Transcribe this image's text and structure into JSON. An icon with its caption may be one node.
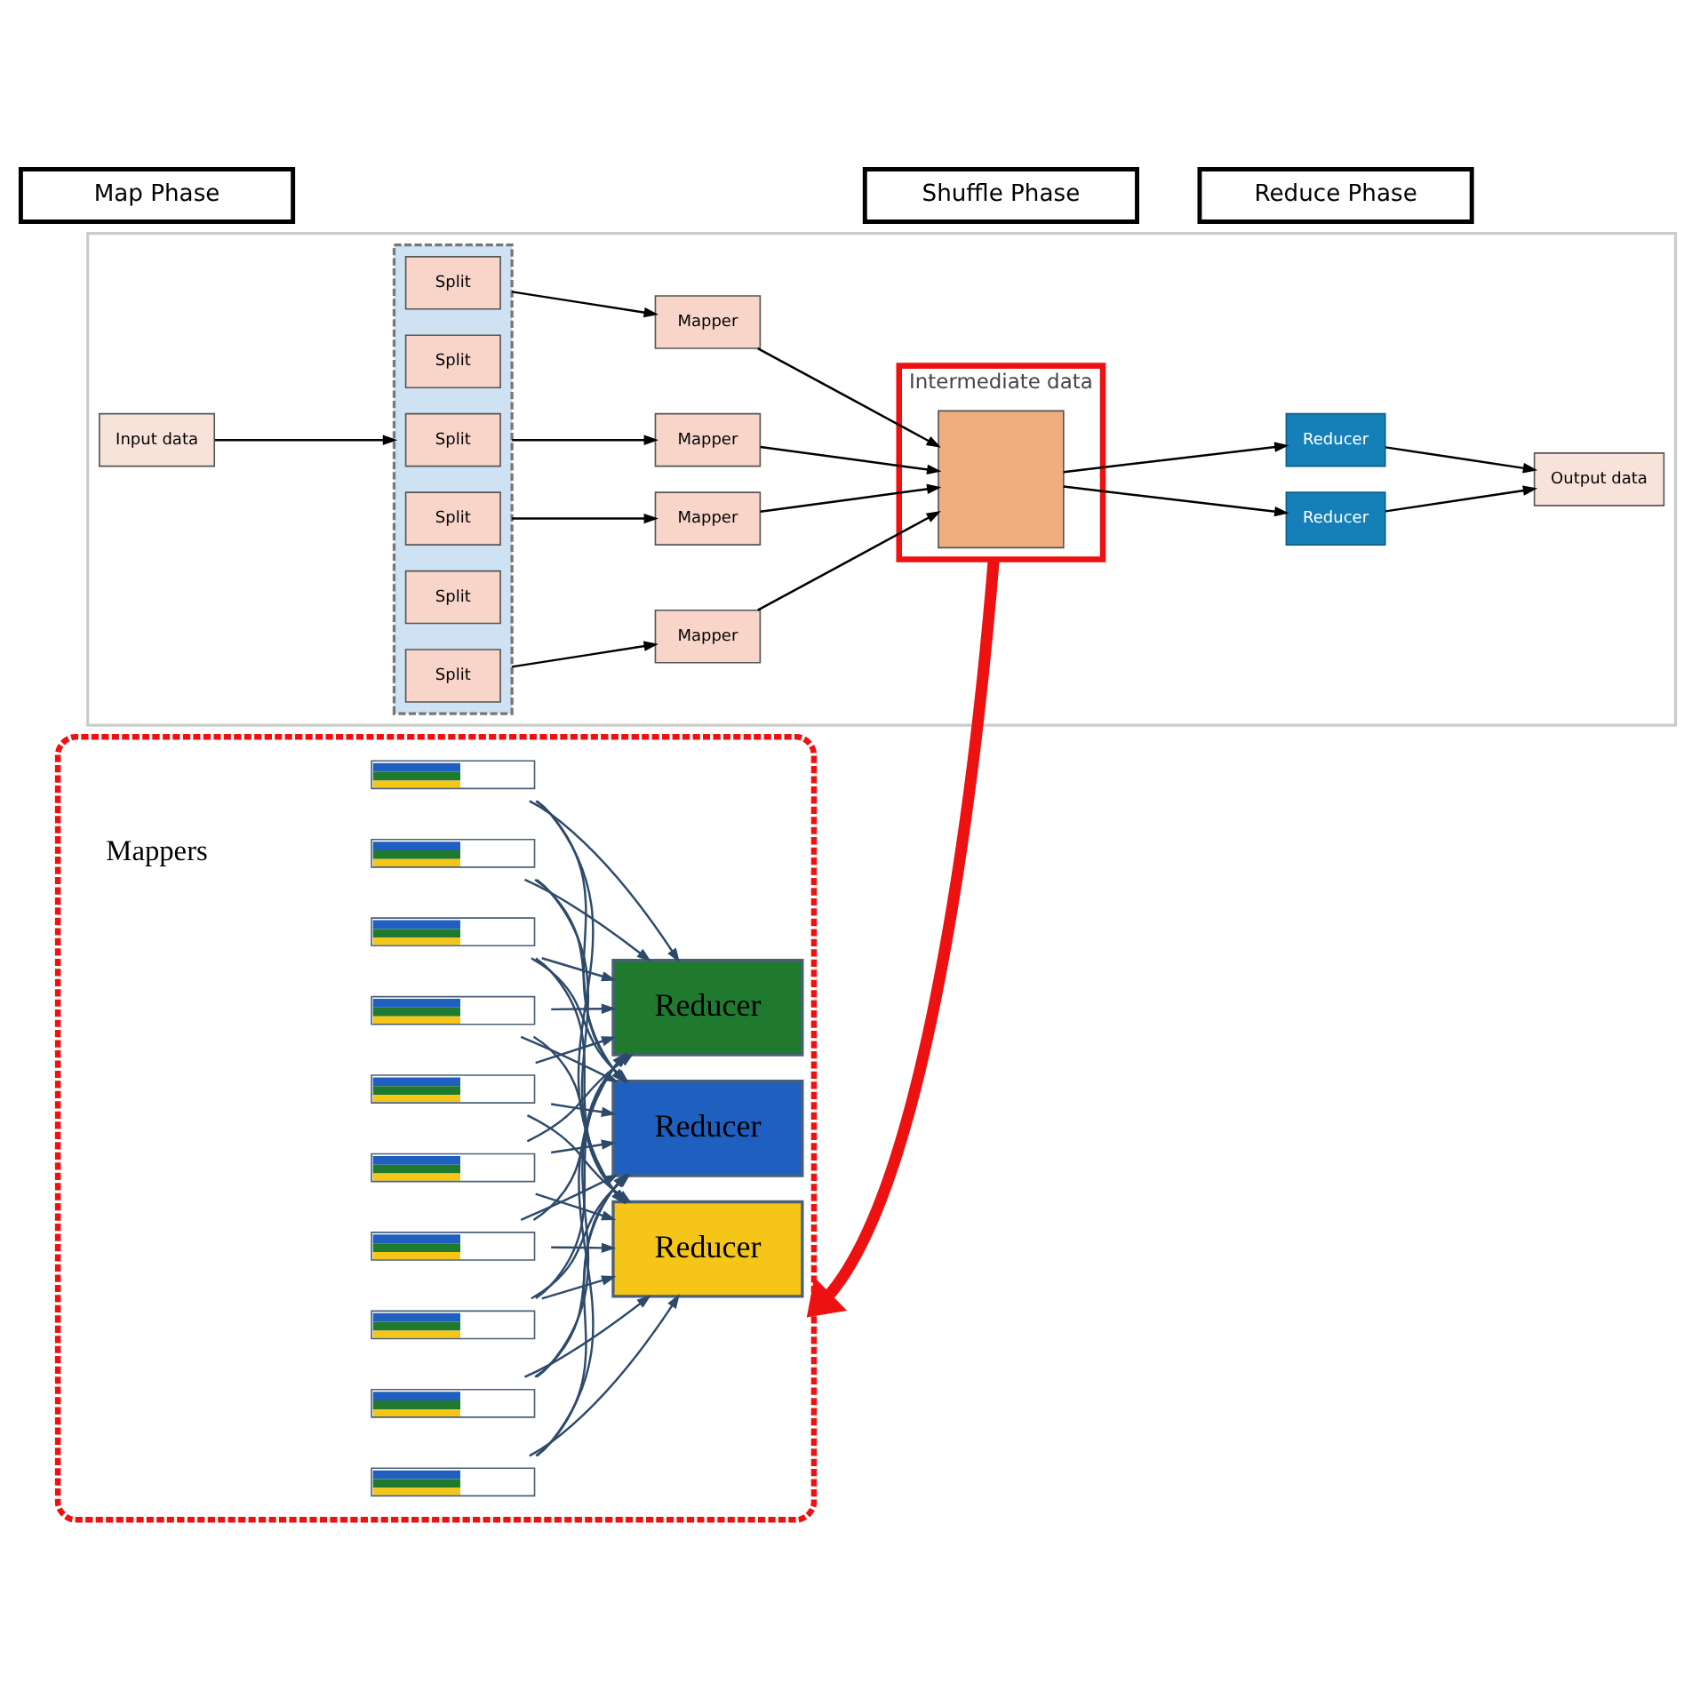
{
  "diagram": {
    "nodes": [
      {
        "text": [
          "Map Phase"
        ]
      },
      {
        "text": [
          "Shuffle Phase"
        ]
      },
      {
        "text": [
          "Reduce Phase"
        ]
      },
      {
        "text": [],
        "shape": "box"
      },
      {
        "text": [
          "Input data"
        ],
        "in": 3
      },
      {
        "text": [],
        "shape": "box",
        "in": 3
      },
      {
        "text": [
          "Split"
        ],
        "in": 5
      },
      {
        "text": [
          "Split"
        ],
        "in": 5
      },
      {
        "text": [
          "Split"
        ],
        "in": 5
      },
      {
        "text": [
          "Split"
        ],
        "in": 5
      },
      {
        "text": [
          "Split"
        ],
        "in": 5
      },
      {
        "text": [
          "Split"
        ],
        "in": 5
      },
      {
        "text": [
          "Mapper"
        ],
        "in": 3
      },
      {
        "text": [
          "Mapper"
        ],
        "in": 3
      },
      {
        "text": [
          "Mapper"
        ],
        "in": 3
      },
      {
        "text": [
          "Mapper"
        ],
        "in": 3
      },
      {
        "text": [
          "Intermediate data"
        ],
        "in": 3
      },
      {
        "text": [],
        "shape": "box",
        "in": 16
      },
      {
        "text": [
          "Reducer"
        ],
        "in": 3
      },
      {
        "text": [
          "Reducer"
        ],
        "in": 3
      },
      {
        "text": [
          "Output data"
        ],
        "in": 3
      },
      {
        "text": [],
        "shape": "ellipse"
      },
      {
        "text": [],
        "shape": "bar",
        "in": 21
      },
      {
        "text": [],
        "shape": "bar",
        "in": 21
      },
      {
        "text": [],
        "shape": "bar",
        "in": 21
      },
      {
        "text": [],
        "shape": "bar",
        "in": 21
      },
      {
        "text": [],
        "shape": "bar",
        "in": 21
      },
      {
        "text": [],
        "shape": "bar",
        "in": 21
      },
      {
        "text": [],
        "shape": "bar",
        "in": 21
      },
      {
        "text": [],
        "shape": "bar",
        "in": 21
      },
      {
        "text": [],
        "shape": "bar",
        "in": 21
      },
      {
        "text": [],
        "shape": "bar",
        "in": 21
      },
      {
        "text": [
          "Reducer"
        ],
        "in": 21
      },
      {
        "text": [
          "Reducer"
        ],
        "in": 21
      },
      {
        "text": [
          "Reducer"
        ],
        "in": 21
      }
    ],
    "edges": [
      {
        "from": 4,
        "to": 5,
        "arrow": "to",
        "color": "#000000"
      },
      {
        "from": 5,
        "to": 12,
        "arrow": "to",
        "color": "#000000"
      },
      {
        "from": 5,
        "to": 13,
        "arrow": "to",
        "color": "#000000"
      },
      {
        "from": 5,
        "to": 14,
        "arrow": "to",
        "color": "#000000"
      },
      {
        "from": 5,
        "to": 15,
        "arrow": "to",
        "color": "#000000"
      },
      {
        "from": 12,
        "to": 17,
        "arrow": "to",
        "color": "#000000"
      },
      {
        "from": 13,
        "to": 17,
        "arrow": "to",
        "color": "#000000"
      },
      {
        "from": 14,
        "to": 17,
        "arrow": "to",
        "color": "#000000"
      },
      {
        "from": 15,
        "to": 17,
        "arrow": "to",
        "color": "#000000"
      },
      {
        "from": 17,
        "to": 18,
        "arrow": "to",
        "color": "#000000"
      },
      {
        "from": 17,
        "to": 19,
        "arrow": "to",
        "color": "#000000"
      },
      {
        "from": 18,
        "to": 20,
        "arrow": "to",
        "color": "#000000"
      },
      {
        "from": 19,
        "to": 20,
        "arrow": "to",
        "color": "#000000"
      },
      {
        "from": 16,
        "to": 21,
        "arrow": "to",
        "style": "thick",
        "color": "#ee1111"
      },
      {
        "from": 22,
        "to": 32,
        "arrow": "to",
        "color": "#2e4a6b"
      },
      {
        "from": 22,
        "to": 33,
        "arrow": "to",
        "color": "#2e4a6b"
      },
      {
        "from": 22,
        "to": 34,
        "arrow": "to",
        "color": "#2e4a6b"
      },
      {
        "from": 23,
        "to": 32,
        "arrow": "to",
        "color": "#2e4a6b"
      },
      {
        "from": 23,
        "to": 33,
        "arrow": "to",
        "color": "#2e4a6b"
      },
      {
        "from": 23,
        "to": 34,
        "arrow": "to",
        "color": "#2e4a6b"
      },
      {
        "from": 24,
        "to": 32,
        "arrow": "to",
        "color": "#2e4a6b"
      },
      {
        "from": 24,
        "to": 33,
        "arrow": "to",
        "color": "#2e4a6b"
      },
      {
        "from": 24,
        "to": 34,
        "arrow": "to",
        "color": "#2e4a6b"
      },
      {
        "from": 25,
        "to": 32,
        "arrow": "to",
        "color": "#2e4a6b"
      },
      {
        "from": 25,
        "to": 33,
        "arrow": "to",
        "color": "#2e4a6b"
      },
      {
        "from": 25,
        "to": 34,
        "arrow": "to",
        "color": "#2e4a6b"
      },
      {
        "from": 26,
        "to": 32,
        "arrow": "to",
        "color": "#2e4a6b"
      },
      {
        "from": 26,
        "to": 33,
        "arrow": "to",
        "color": "#2e4a6b"
      },
      {
        "from": 26,
        "to": 34,
        "arrow": "to",
        "color": "#2e4a6b"
      },
      {
        "from": 27,
        "to": 32,
        "arrow": "to",
        "color": "#2e4a6b"
      },
      {
        "from": 27,
        "to": 33,
        "arrow": "to",
        "color": "#2e4a6b"
      },
      {
        "from": 27,
        "to": 34,
        "arrow": "to",
        "color": "#2e4a6b"
      },
      {
        "from": 28,
        "to": 32,
        "arrow": "to",
        "color": "#2e4a6b"
      },
      {
        "from": 28,
        "to": 33,
        "arrow": "to",
        "color": "#2e4a6b"
      },
      {
        "from": 28,
        "to": 34,
        "arrow": "to",
        "color": "#2e4a6b"
      },
      {
        "from": 29,
        "to": 32,
        "arrow": "to",
        "color": "#2e4a6b"
      },
      {
        "from": 29,
        "to": 33,
        "arrow": "to",
        "color": "#2e4a6b"
      },
      {
        "from": 29,
        "to": 34,
        "arrow": "to",
        "color": "#2e4a6b"
      },
      {
        "from": 30,
        "to": 32,
        "arrow": "to",
        "color": "#2e4a6b"
      },
      {
        "from": 30,
        "to": 33,
        "arrow": "to",
        "color": "#2e4a6b"
      },
      {
        "from": 30,
        "to": 34,
        "arrow": "to",
        "color": "#2e4a6b"
      },
      {
        "from": 31,
        "to": 32,
        "arrow": "to",
        "color": "#2e4a6b"
      },
      {
        "from": 31,
        "to": 33,
        "arrow": "to",
        "color": "#2e4a6b"
      },
      {
        "from": 31,
        "to": 34,
        "arrow": "to",
        "color": "#2e4a6b"
      }
    ],
    "labels": [
      "Mappers"
    ]
  }
}
